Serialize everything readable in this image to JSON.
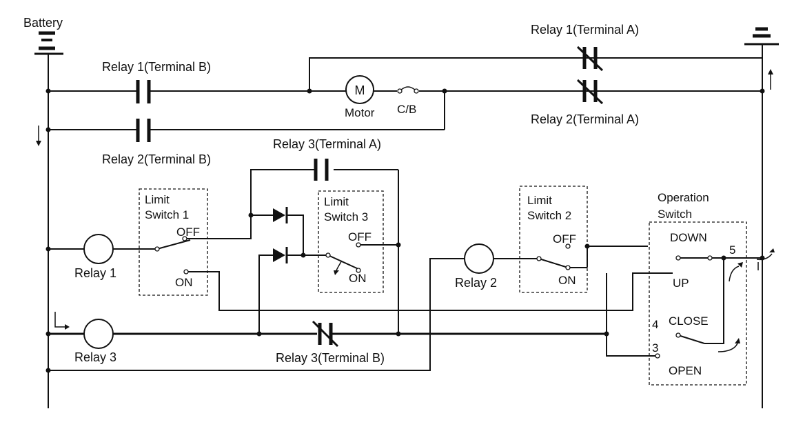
{
  "labels": {
    "battery": "Battery",
    "relay1_terminal_b": "Relay 1(Terminal B)",
    "relay2_terminal_b": "Relay 2(Terminal B)",
    "relay1_terminal_a": "Relay 1(Terminal A)",
    "relay2_terminal_a": "Relay 2(Terminal A)",
    "relay3_terminal_a": "Relay 3(Terminal A)",
    "relay3_terminal_b": "Relay 3(Terminal B)",
    "motor_symbol": "M",
    "motor": "Motor",
    "circuit_breaker": "C/B",
    "relay1": "Relay 1",
    "relay2": "Relay 2",
    "relay3": "Relay 3",
    "limit_switch_1_line1": "Limit",
    "limit_switch_1_line2": "Switch 1",
    "limit_switch_2_line1": "Limit",
    "limit_switch_2_line2": "Switch 2",
    "limit_switch_3_line1": "Limit",
    "limit_switch_3_line2": "Switch 3",
    "off": "OFF",
    "on": "ON",
    "operation_switch_line1": "Operation",
    "operation_switch_line2": "Switch",
    "down": "DOWN",
    "up": "UP",
    "close": "CLOSE",
    "open": "OPEN",
    "terminal_5": "5",
    "terminal_4": "4",
    "terminal_3": "3"
  }
}
